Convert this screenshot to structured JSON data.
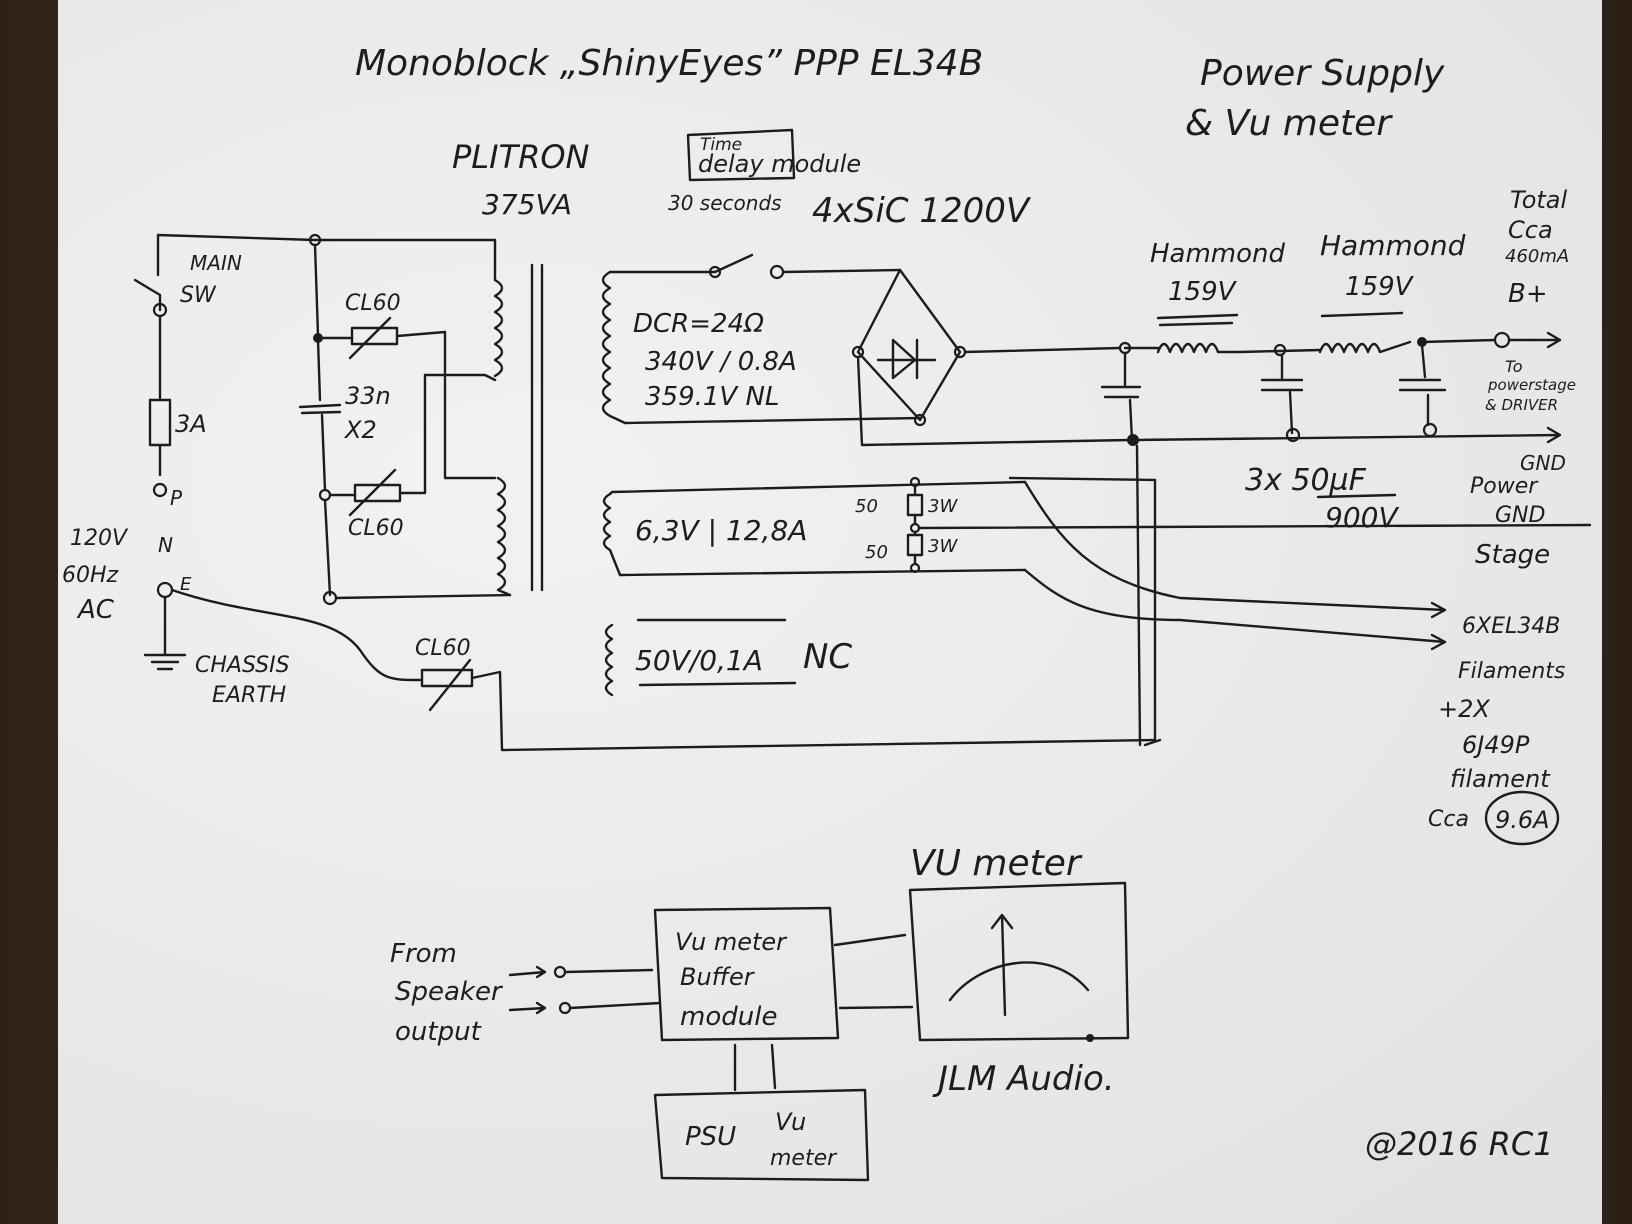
{
  "title": {
    "main": "Monoblock „ShinyEyes” PPP EL34B",
    "subtitle_line1": "Power Supply",
    "subtitle_line2": "& Vu meter"
  },
  "transformer": {
    "brand": "PLITRON",
    "rating": "375VA"
  },
  "time_delay": {
    "label_line1": "Time",
    "label_line2": "delay module",
    "duration": "30 seconds"
  },
  "rectifier": {
    "label": "4xSiC 1200V"
  },
  "mains": {
    "switch_line1": "MAIN",
    "switch_line2": "SW",
    "fuse": "3A",
    "terminal_p": "P",
    "terminal_n": "N",
    "terminal_e": "E",
    "input_line1": "120V",
    "input_line2": "60Hz",
    "input_line3": "AC",
    "chassis_line1": "CHASSIS",
    "chassis_line2": "EARTH"
  },
  "primary": {
    "ntc_top": "CL60",
    "ntc_bottom": "CL60",
    "ntc_earth": "CL60",
    "cap_line1": "33n",
    "cap_line2": "X2"
  },
  "hv_secondary": {
    "dcr": "DCR=24Ω",
    "rating": "340V / 0.8A",
    "no_load": "359.1V NL"
  },
  "filter": {
    "choke1_line1": "Hammond",
    "choke1_line2": "159V",
    "choke2_line1": "Hammond",
    "choke2_line2": "159V",
    "caps_line1": "3x 50µF",
    "caps_line2": "900V"
  },
  "outputs": {
    "total_line1": "Total",
    "total_line2": "Cca",
    "total_line3": "460mA",
    "total_line4": "B+",
    "hv_line1": "To",
    "hv_line2": "powerstage",
    "hv_line3": "& DRIVER",
    "gnd_line1": "GND",
    "gnd_line2": "Power",
    "gnd_line3": "GND",
    "gnd_line4": "Stage",
    "fil_line1": "6XEL34B",
    "fil_line2": "Filaments",
    "fil_line3": "+2X",
    "fil_line4": "6J49P",
    "fil_line5": "filament",
    "fil_line6": "Cca",
    "fil_current": "9.6A"
  },
  "heater_secondary": {
    "rating": "6,3V | 12,8A",
    "r1_value": "50",
    "r1_power": "3W",
    "r2_value": "50",
    "r2_power": "3W"
  },
  "bias_secondary": {
    "rating": "50V/0,1A",
    "nc": "NC"
  },
  "vu": {
    "source_line1": "From",
    "source_line2": "Speaker",
    "source_line3": "output",
    "buffer_line1": "Vu meter",
    "buffer_line2": "Buffer",
    "buffer_line3": "module",
    "meter_title": "VU meter",
    "meter_brand": "JLM Audio.",
    "psu_line1": "PSU",
    "psu_line2": "Vu",
    "psu_line3": "meter"
  },
  "copyright": "@2016 RC1"
}
